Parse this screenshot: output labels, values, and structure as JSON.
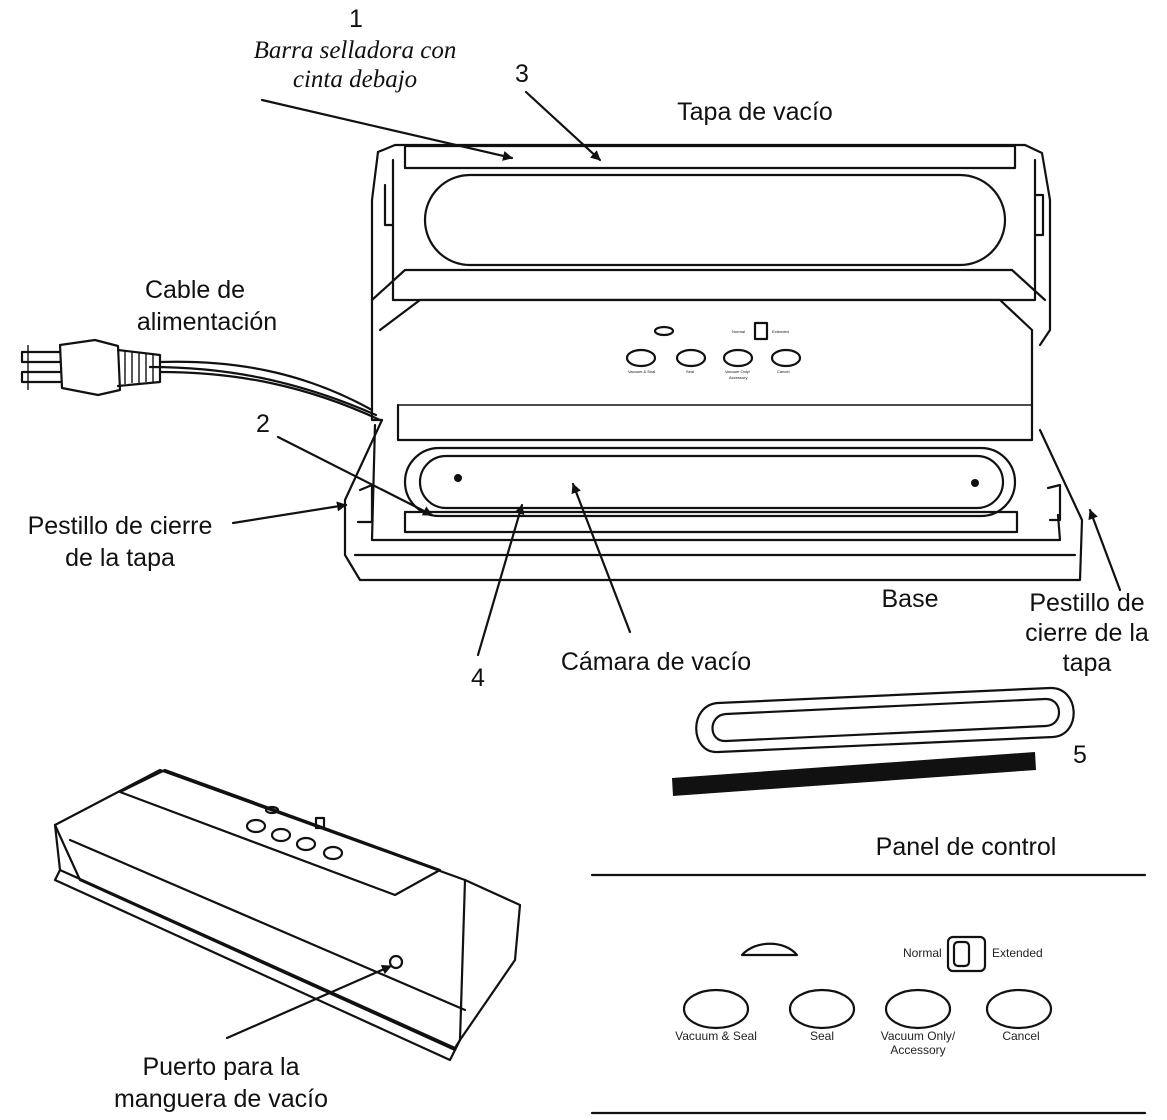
{
  "labels": {
    "n1": "1",
    "barra_line1": "Barra selladora con",
    "barra_line2": "cinta debajo",
    "n3": "3",
    "tapa_vacio": "Tapa de vacío",
    "cable_line1": "Cable de",
    "cable_line2": "alimentación",
    "n2": "2",
    "pestillo_left_line1": "Pestillo de cierre",
    "pestillo_left_line2": "de la tapa",
    "base": "Base",
    "pestillo_right_line1": "Pestillo de",
    "pestillo_right_line2": "cierre de la",
    "pestillo_right_line3": "tapa",
    "n4": "4",
    "camara_vacio": "Cámara de vacío",
    "n5": "5",
    "panel_title": "Panel de control",
    "puerto_line1": "Puerto para la",
    "puerto_line2": "manguera de vacío"
  },
  "control_panel": {
    "normal": "Normal",
    "extended": "Extended",
    "buttons": [
      {
        "label": "Vacuum & Seal"
      },
      {
        "label": "Seal"
      },
      {
        "label": "Vacuum Only/",
        "label2": "Accessory"
      },
      {
        "label": "Cancel"
      }
    ]
  }
}
